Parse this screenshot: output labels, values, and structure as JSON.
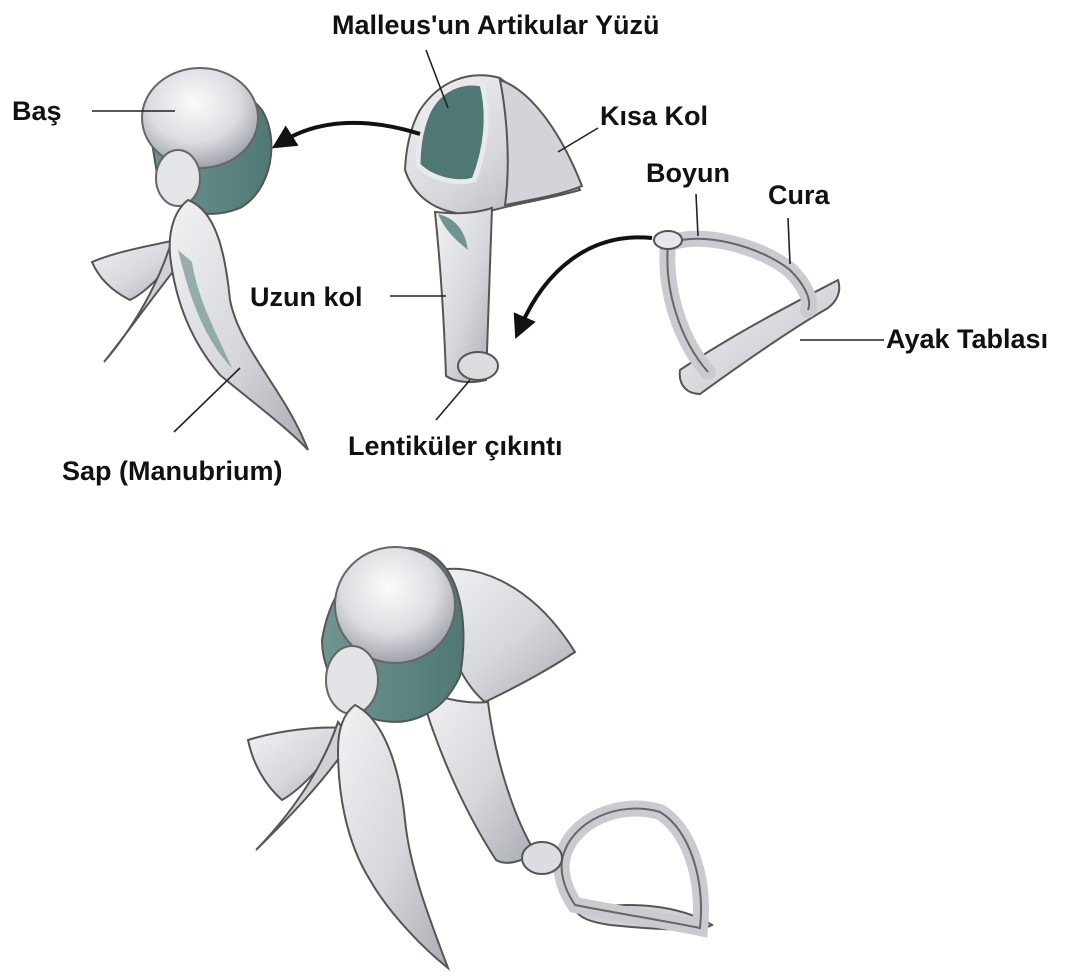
{
  "labels": {
    "articular_surface": "Malleus'un Artikular Yüzü",
    "head": "Baş",
    "short_process": "Kısa Kol",
    "neck": "Boyun",
    "crus": "Cura",
    "long_process": "Uzun kol",
    "footplate": "Ayak Tablası",
    "lenticular_process": "Lentiküler çıkıntı",
    "handle": "Sap (Manubrium)"
  },
  "colors": {
    "background": "#ffffff",
    "text": "#111111",
    "bone_light": "#e9e9ec",
    "bone_mid": "#c4c6cc",
    "bone_shadow": "#5f8c88",
    "outline": "#555555"
  }
}
